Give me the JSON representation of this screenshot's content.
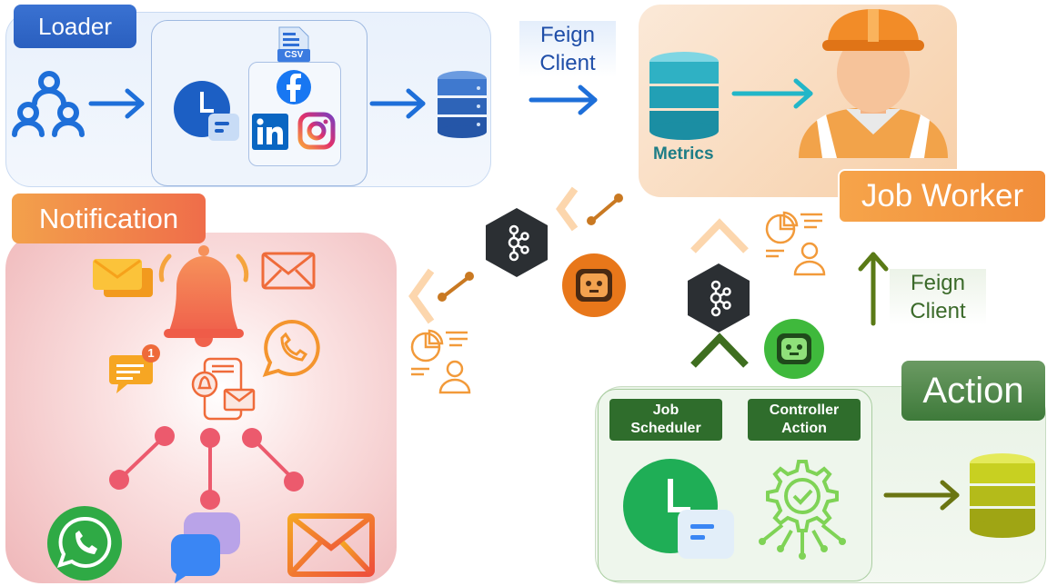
{
  "loader": {
    "title": "Loader",
    "csv_label": "CSV"
  },
  "feign_top": {
    "line1": "Feign",
    "line2": "Client"
  },
  "worker": {
    "metrics_label": "Metrics",
    "title": "Job Worker"
  },
  "notification": {
    "title": "Notification",
    "badge_count": "1"
  },
  "feign_right": {
    "line1": "Feign",
    "line2": "Client"
  },
  "action": {
    "title": "Action",
    "job_scheduler": {
      "line1": "Job",
      "line2": "Scheduler"
    },
    "controller": {
      "line1": "Controller",
      "line2": "Action"
    }
  },
  "colors": {
    "loader_blue": "#1e6fd9",
    "worker_orange": "#f28c28",
    "notif_red": "#ec5a6d",
    "action_green": "#2f6d2c",
    "kafka_dark": "#2b2f33"
  }
}
